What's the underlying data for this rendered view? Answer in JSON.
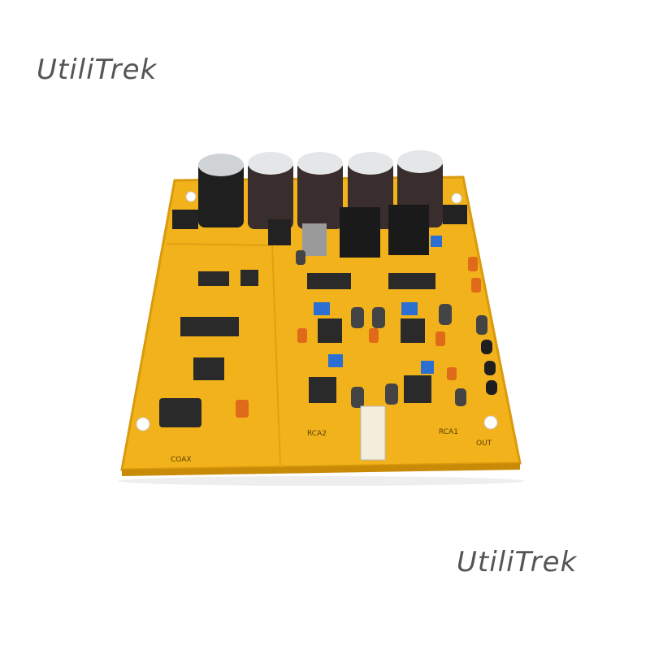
{
  "watermarks": {
    "top": "UtiliTrek",
    "bottom": "UtiliTrek"
  },
  "board": {
    "silkscreen": [
      "COAX",
      "RCA1",
      "RCA2",
      "OUT"
    ],
    "capacitor_count_large": 5,
    "colors": {
      "pcb": "#f2b21c",
      "pcb_edge": "#d99a0c",
      "chip": "#2a2a2a",
      "cap": "#3a2d2d",
      "cap_top": "#cfd3d6",
      "led_blue": "#2a6fd1",
      "film_cap": "#e06a1a"
    }
  }
}
